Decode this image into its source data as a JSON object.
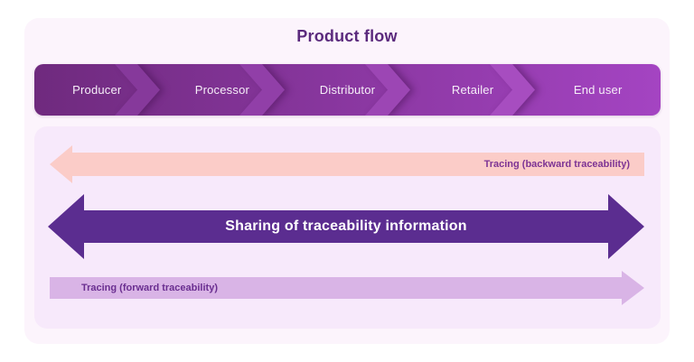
{
  "page": {
    "title": "Product flow"
  },
  "product_flow": {
    "stages": [
      {
        "label": "Producer"
      },
      {
        "label": "Processor"
      },
      {
        "label": "Distributor"
      },
      {
        "label": "Retailer"
      },
      {
        "label": "End user"
      }
    ]
  },
  "arrows": {
    "backward": {
      "label": "Tracing (backward traceability)",
      "direction": "left"
    },
    "sharing": {
      "label": "Sharing of traceability information",
      "direction": "bidirectional"
    },
    "forward": {
      "label": "Tracing (forward traceability)",
      "direction": "right"
    }
  },
  "colors": {
    "title_text": "#5b2a7d",
    "banner_gradient_start": "#6f2a7e",
    "banner_gradient_end": "#a444c2",
    "banner_text": "#f6eef8",
    "backward_arrow_fill": "#fbccc8",
    "backward_arrow_text": "#7d3494",
    "sharing_arrow_fill": "#5b2d90",
    "sharing_arrow_text": "#ffffff",
    "forward_arrow_fill": "#d9b4e6",
    "forward_arrow_text": "#6a2e90",
    "outer_panel_bg": "#fcf4fc",
    "inner_panel_bg": "#f7e9fb"
  }
}
